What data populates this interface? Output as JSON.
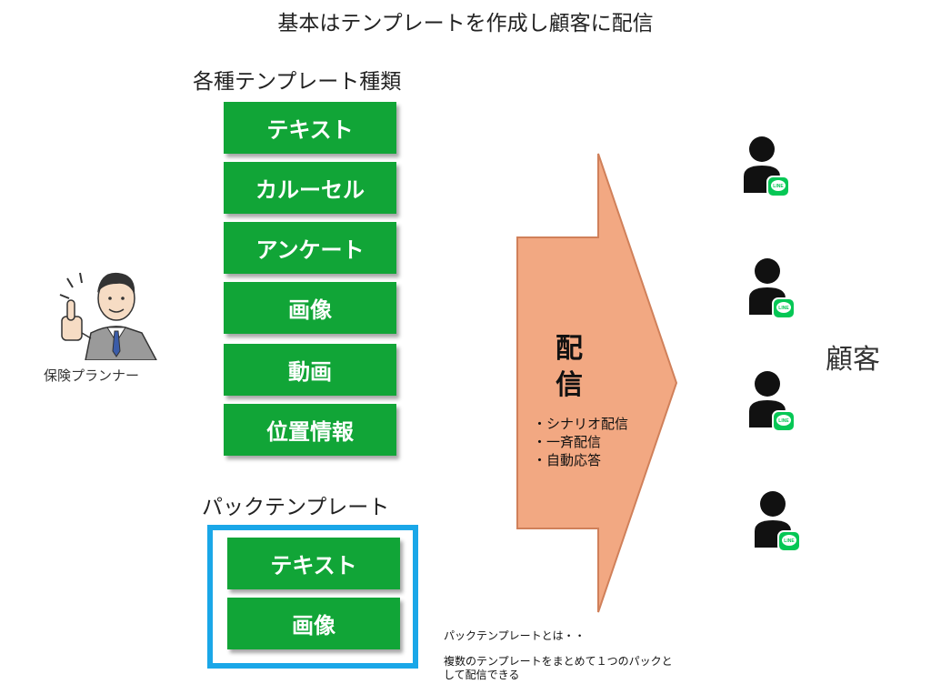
{
  "title": "基本はテンプレートを作成し顧客に配信",
  "template_types": {
    "heading": "各種テンプレート種類",
    "items": [
      "テキスト",
      "カルーセル",
      "アンケート",
      "画像",
      "動画",
      "位置情報"
    ]
  },
  "pack_template": {
    "heading": "パックテンプレート",
    "items": [
      "テキスト",
      "画像"
    ]
  },
  "planner": {
    "label": "保険プランナー"
  },
  "delivery": {
    "label_1": "配",
    "label_2": "信",
    "bullets": [
      "・シナリオ配信",
      "・一斉配信",
      "・自動応答"
    ]
  },
  "customers": {
    "label": "顧客",
    "count": 4,
    "badge_text": "LINE"
  },
  "note": {
    "line1": "パックテンプレートとは・・",
    "line2": "複数のテンプレートをまとめて１つのパックと",
    "line3": "して配信できる"
  },
  "colors": {
    "template_green": "#11a537",
    "pack_border": "#1aa7e8",
    "arrow_fill": "#f2a882",
    "arrow_stroke": "#d0805a",
    "line_green": "#06c755"
  }
}
